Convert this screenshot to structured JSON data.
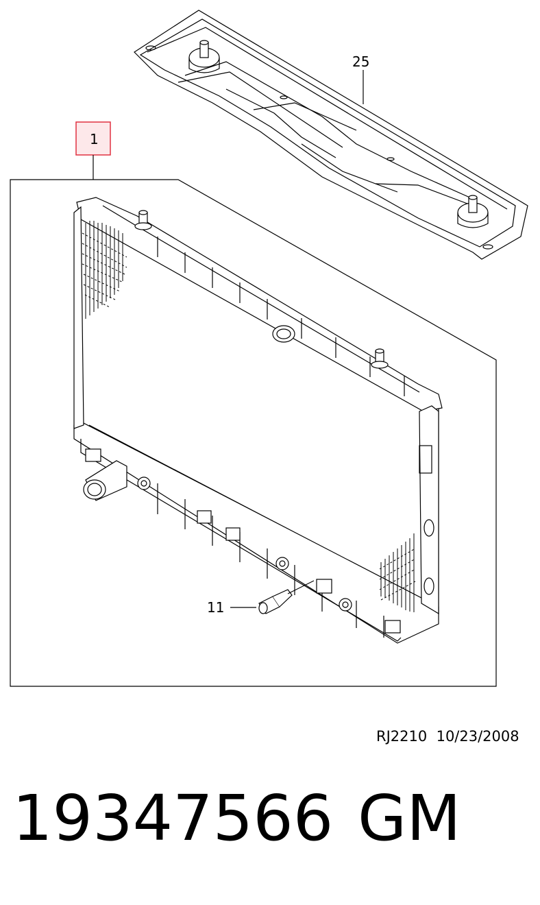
{
  "callouts": {
    "top_brace": "25",
    "radiator": "1",
    "bolt": "11"
  },
  "footer": {
    "ref": "RJ2210  10/23/2008",
    "part_number": "19347566",
    "brand": "GM"
  },
  "colors": {
    "highlight_border": "#e03040",
    "highlight_fill": "#fde8ea",
    "line": "#000000"
  }
}
